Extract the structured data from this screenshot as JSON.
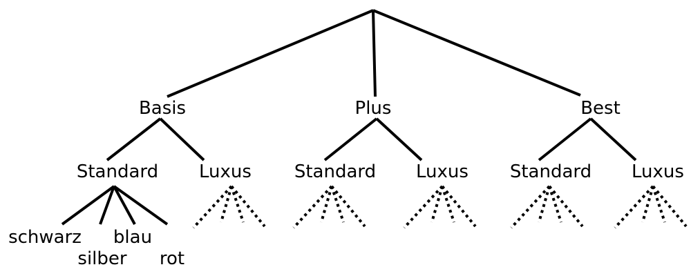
{
  "tiers": [
    "Basis",
    "Plus",
    "Best"
  ],
  "variants": {
    "basis": [
      "Standard",
      "Luxus"
    ],
    "plus": [
      "Standard",
      "Luxus"
    ],
    "best": [
      "Standard",
      "Luxus"
    ]
  },
  "colors": [
    "schwarz",
    "silber",
    "blau",
    "rot"
  ],
  "line_color": "#000000"
}
